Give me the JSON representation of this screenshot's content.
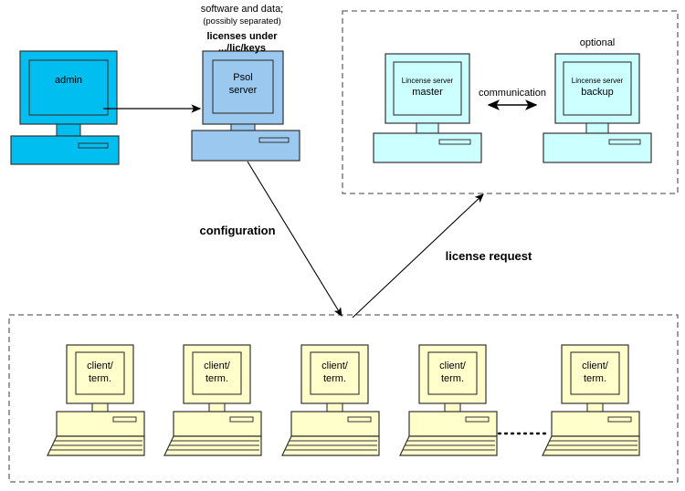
{
  "diagram": {
    "title": "License server architecture diagram",
    "colors": {
      "admin_fill": "#00BFF0",
      "psol_fill": "#9AC8EE",
      "license_fill": "#CCFFFF",
      "client_fill": "#FFFFCC",
      "stroke": "#333333",
      "dashed_box": "#666666",
      "arrow": "#000000"
    }
  },
  "annotations": {
    "software_and_data": "software and data;",
    "possibly_separated": "(possibly separated)",
    "licenses_under": "licenses under",
    "lic_keys_path": ".../lic/keys",
    "optional": "optional",
    "communication": "communication",
    "configuration": "configuration",
    "license_request": "license request"
  },
  "nodes": {
    "admin": {
      "label": "admin"
    },
    "psol": {
      "line1": "Psol",
      "line2": "server"
    },
    "license_master": {
      "small": "Lincense server",
      "big": "master"
    },
    "license_backup": {
      "small": "Lincense server",
      "big": "backup"
    }
  },
  "clients": [
    {
      "line1": "client/",
      "line2": "term."
    },
    {
      "line1": "client/",
      "line2": "term."
    },
    {
      "line1": "client/",
      "line2": "term."
    },
    {
      "line1": "client/",
      "line2": "term."
    },
    {
      "line1": "client/",
      "line2": "term."
    }
  ]
}
